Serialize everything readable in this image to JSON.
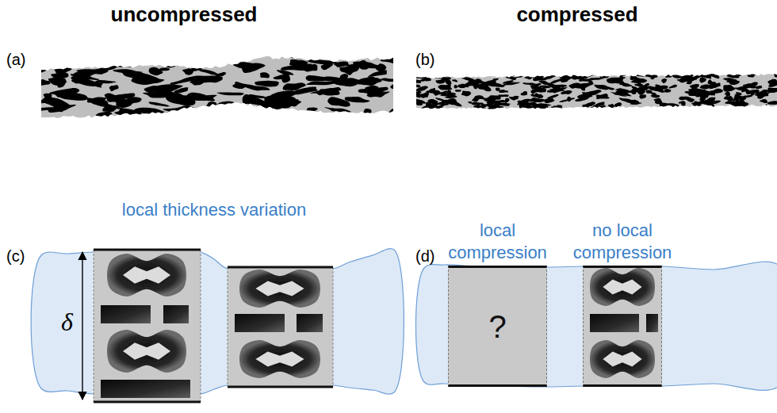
{
  "diagram": {
    "nodes": [
      {
        "text": [
          "local compression",
          "?"
        ]
      },
      {
        "text": [
          "no local compression"
        ]
      }
    ],
    "labels": [
      "uncompressed",
      "compressed",
      "(a)",
      "(b)",
      "(c)",
      "(d)",
      "local thickness variation",
      "δ"
    ]
  }
}
